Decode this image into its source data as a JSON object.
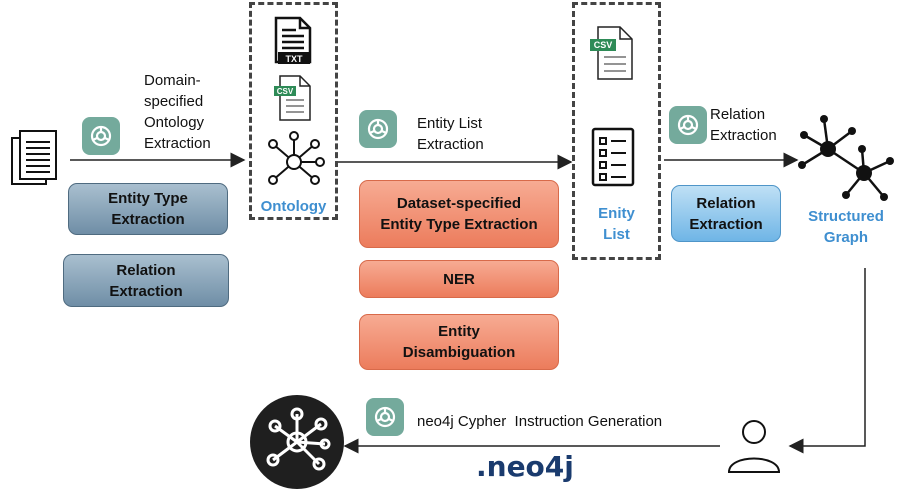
{
  "labels": {
    "domain_ontology": "Domain-\nspecified\nOntology\nExtraction",
    "entity_list_extraction": "Entity List\nExtraction",
    "relation_extraction": "Relation\nExtraction",
    "ontology": "Ontology",
    "entity_list": "Enity\nList",
    "structured_graph": "Structured\nGraph",
    "cypher_generation": "neo4j Cypher  Instruction Generation",
    "neo4j_logo": ".neo4j"
  },
  "file_icons": {
    "txt": "TXT",
    "csv": "CSV"
  },
  "boxes": {
    "entity_type_extraction": "Entity Type\nExtraction",
    "relation_extraction_left": "Relation\nExtraction",
    "dataset_entity_type": "Dataset-specified\nEntity Type Extraction",
    "ner": "NER",
    "entity_disambiguation": "Entity\nDisambiguation",
    "relation_extraction_right": "Relation\nExtraction"
  },
  "colors": {
    "steel": "#7f9bb0",
    "salmon": "#ef8a6c",
    "sky": "#8cc5ec",
    "accent_blue": "#3f8fd0",
    "gpt": "#74aa9c"
  }
}
